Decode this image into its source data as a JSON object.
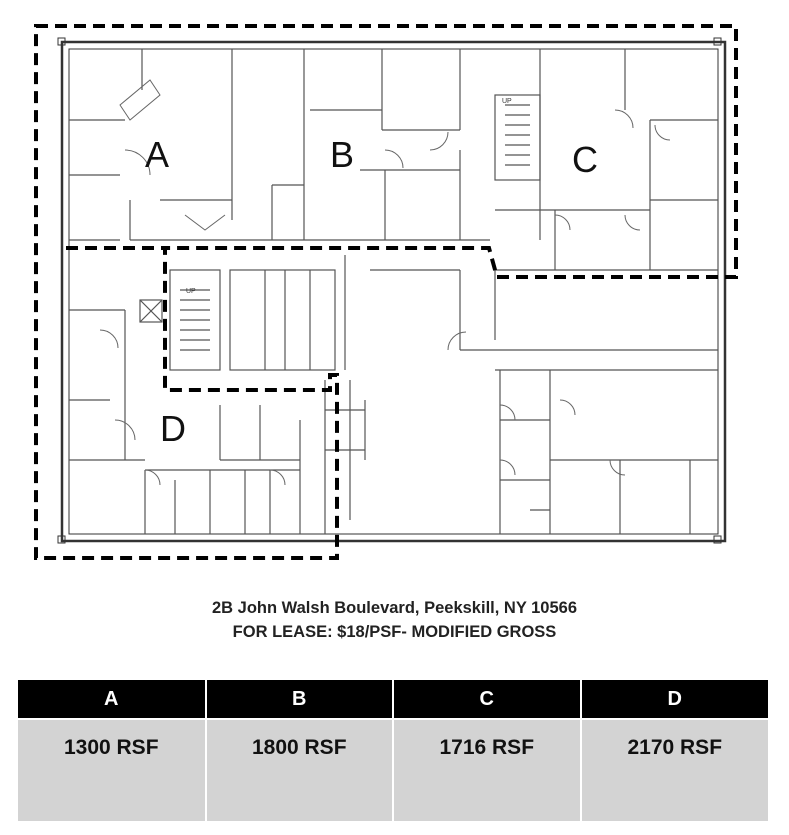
{
  "floorplan": {
    "suite_labels": [
      "A",
      "B",
      "C",
      "D"
    ],
    "stair_label": "UP"
  },
  "address": {
    "line1": "2B John Walsh Boulevard, Peekskill, NY 10566",
    "line2": "FOR LEASE: $18/PSF- MODIFIED GROSS"
  },
  "table": {
    "headers": [
      "A",
      "B",
      "C",
      "D"
    ],
    "values": [
      "1300 RSF",
      "1800 RSF",
      "1716 RSF",
      "2170 RSF"
    ]
  }
}
